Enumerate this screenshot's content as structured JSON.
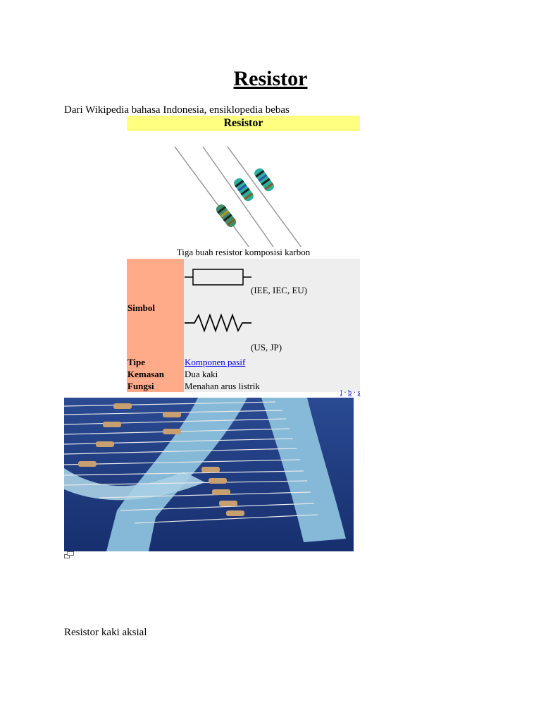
{
  "page": {
    "title": "Resistor",
    "from": "Dari Wikipedia bahasa Indonesia, ensiklopedia bebas"
  },
  "infobox": {
    "header": "Resistor",
    "caption": "Tiga buah resistor komposisi karbon",
    "rows": {
      "symbol": {
        "label": "Simbol",
        "note_iec": "(IEE, IEC, EU)",
        "note_us": "(US, JP)"
      },
      "type": {
        "label": "Tipe",
        "value": "Komponen pasif"
      },
      "package": {
        "label": "Kemasan",
        "value": "Dua kaki"
      },
      "function": {
        "label": "Fungsi",
        "value": "Menahan arus listrik"
      }
    },
    "nav": {
      "l": "l",
      "b": "b",
      "s": "s"
    }
  },
  "figure": {
    "caption": "Resistor kaki aksial"
  },
  "colors": {
    "header_bg": "#ffff80",
    "label_bg": "#ffaa88",
    "value_bg": "#eeeeee",
    "link": "#0000ee",
    "photo_bg": "#1f3f86"
  }
}
